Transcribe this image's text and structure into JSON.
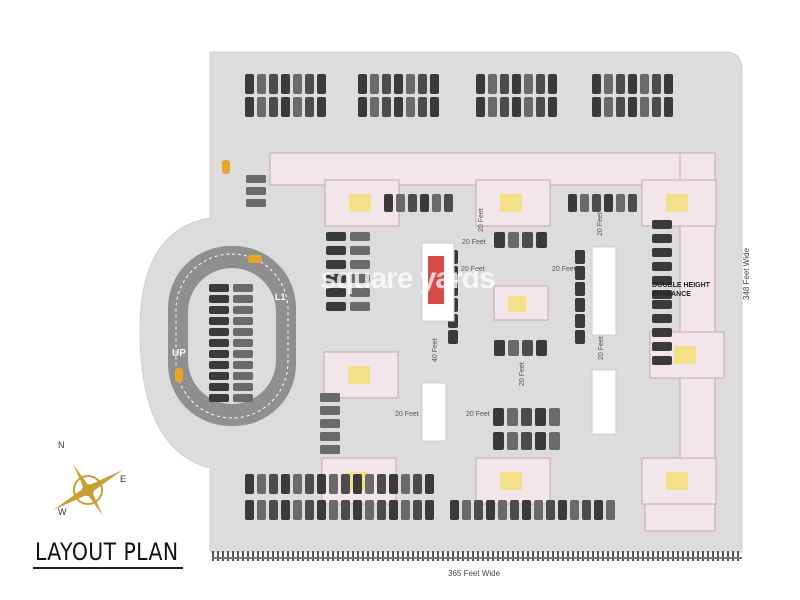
{
  "title": "LAYOUT PLAN",
  "dimensions": {
    "bottom": "365 Feet Wide",
    "right": "348 Feet Wide"
  },
  "labels": {
    "double_height_line1": "DOUBLE HEIGHT",
    "double_height_line2": "ENTRANCE",
    "ramp_up": "UP",
    "level": "L1",
    "road_20a": "20 Feet",
    "road_20b": "20 Feet",
    "road_20c": "20 Feet",
    "road_20d": "20 Feet",
    "road_20e": "20 Feet",
    "road_20f": "20 Feet",
    "road_20g": "20 Feet",
    "road_20h": "20 Feet",
    "road_20i": "20 Feet",
    "road_40": "40 Feet",
    "watermark": "square yards"
  },
  "compass": {
    "n": "N",
    "e": "E",
    "w": "W"
  },
  "colors": {
    "ground": "#dcdcdc",
    "road": "#9a9a9a",
    "building": "#f3e6ea",
    "building_edge": "#c9a6b1",
    "lobby": "#f4e08a",
    "fire_tender": "#d84a4a",
    "compass_gold": "#c8a032"
  }
}
